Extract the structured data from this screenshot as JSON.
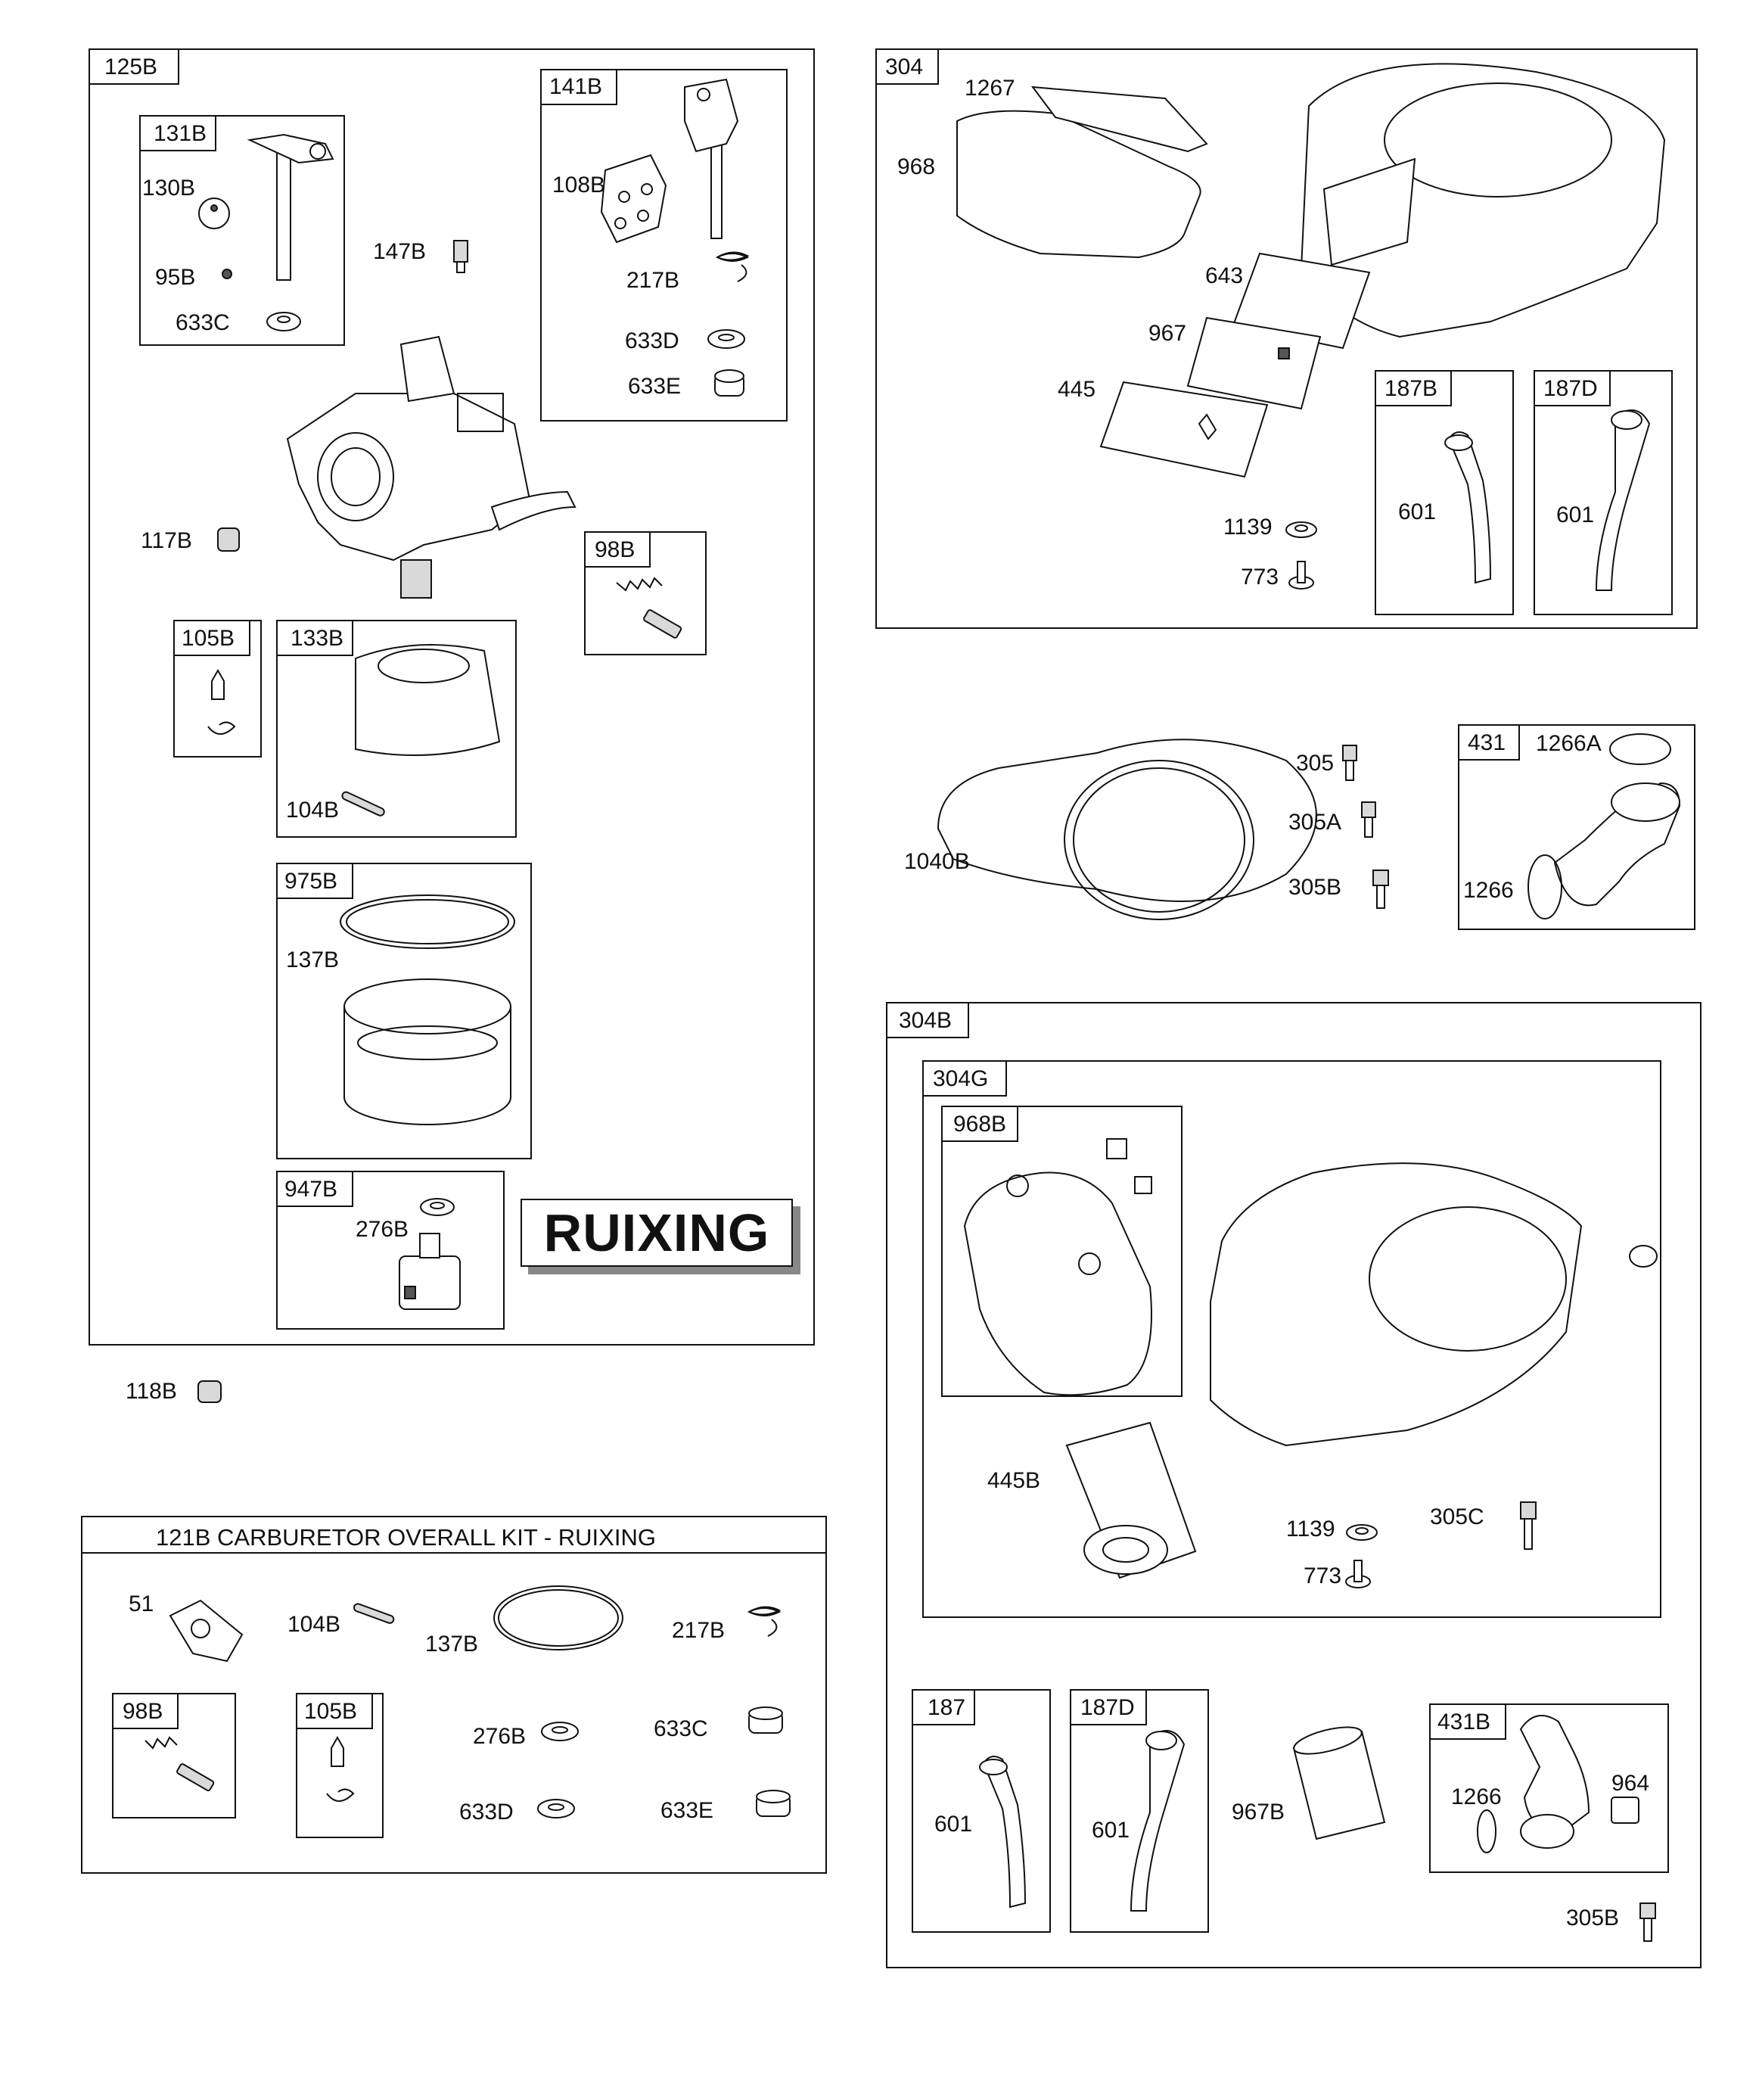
{
  "brand": "RUIXING",
  "kit_title": "121B CARBURETOR OVERALL KIT - RUIXING",
  "boxes": {
    "b125B": "125B",
    "b131B": "131B",
    "b141B": "141B",
    "b98B": "98B",
    "b105B": "105B",
    "b133B": "133B",
    "b975B": "975B",
    "b947B": "947B",
    "b304": "304",
    "b187B": "187B",
    "b187D": "187D",
    "b431": "431",
    "b304B": "304B",
    "b304G": "304G",
    "b968B": "968B",
    "b187": "187",
    "b187D_2": "187D",
    "b431B": "431B",
    "kit_98B": "98B",
    "kit_105B": "105B"
  },
  "labels": {
    "l130B": "130B",
    "l95B": "95B",
    "l633C": "633C",
    "l147B": "147B",
    "l108B": "108B",
    "l217B": "217B",
    "l633D": "633D",
    "l633E": "633E",
    "l117B": "117B",
    "l104B": "104B",
    "l137B": "137B",
    "l276B": "276B",
    "l118B": "118B",
    "l1267": "1267",
    "l968": "968",
    "l643": "643",
    "l967": "967",
    "l445": "445",
    "l1139": "1139",
    "l773": "773",
    "l601a": "601",
    "l601b": "601",
    "l1040B": "1040B",
    "l305": "305",
    "l305A": "305A",
    "l305B": "305B",
    "l1266A": "1266A",
    "l1266": "1266",
    "l445B": "445B",
    "l1139b": "1139",
    "l773b": "773",
    "l305C": "305C",
    "l601c": "601",
    "l601d": "601",
    "l967B": "967B",
    "l1266b": "1266",
    "l964": "964",
    "l305Bb": "305B",
    "k51": "51",
    "k104B": "104B",
    "k137B": "137B",
    "k217B": "217B",
    "k276B": "276B",
    "k633C": "633C",
    "k633D": "633D",
    "k633E": "633E"
  }
}
